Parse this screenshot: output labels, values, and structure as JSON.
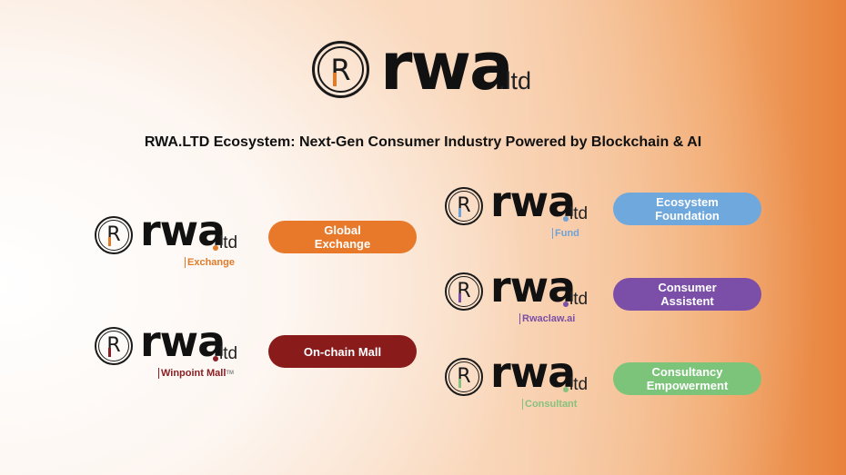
{
  "header": {
    "brand": "rwa",
    "brand_suffix": "ltd",
    "title": "RWA.LTD Ecosystem: Next-Gen Consumer Industry Powered by Blockchain & AI"
  },
  "logo_letter": "R",
  "products": [
    {
      "sub": "Exchange",
      "color": "#e07b2a",
      "pill": "Global Exchange",
      "pill_color": "#e8792a"
    },
    {
      "sub": "Winpoint Mall",
      "tm": "TM",
      "color": "#8b1e22",
      "pill": "On-chain Mall",
      "pill_color": "#8a1b1b"
    },
    {
      "sub": "Fund",
      "color": "#6fa2d6",
      "pill": "Ecosystem Foundation",
      "pill_color": "#6fa8dc"
    },
    {
      "sub": "Rwaclaw.ai",
      "color": "#7a4fa6",
      "pill": "Consumer Assistent",
      "pill_color": "#7b4fa8"
    },
    {
      "sub": "Consultant",
      "color": "#86c27f",
      "pill": "Consultancy Empowerment",
      "pill_color": "#7cc47a"
    }
  ]
}
